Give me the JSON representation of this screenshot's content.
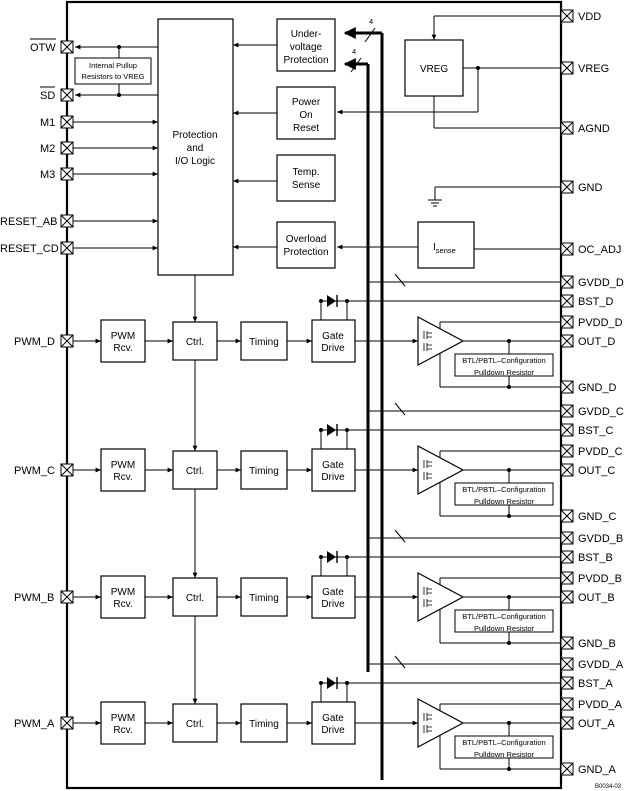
{
  "blocks": {
    "protection_logic": [
      "Protection",
      "and",
      "I/O Logic"
    ],
    "undervoltage": [
      "Under-",
      "voltage",
      "Protection"
    ],
    "power_on_reset": [
      "Power",
      "On",
      "Reset"
    ],
    "temp_sense": [
      "Temp.",
      "Sense"
    ],
    "overload": [
      "Overload",
      "Protection"
    ],
    "vreg": "VREG",
    "isense_main": "I",
    "isense_sub": "sense",
    "pullup": [
      "Internal Pullup",
      "Resistors to VREG"
    ]
  },
  "channel_blocks": {
    "pwm_rcv": [
      "PWM",
      "Rcv."
    ],
    "ctrl": "Ctrl.",
    "timing": "Timing",
    "gate_drive": [
      "Gate",
      "Drive"
    ],
    "btl": [
      "BTL/PBTL–Configuration",
      "Pulldown Resistor"
    ]
  },
  "left_pins": {
    "otw": "OTW",
    "sd": "SD",
    "m1": "M1",
    "m2": "M2",
    "m3": "M3",
    "reset_ab": "RESET_AB",
    "reset_cd": "RESET_CD"
  },
  "right_pins": {
    "vdd": "VDD",
    "vreg": "VREG",
    "agnd": "AGND",
    "gnd": "GND",
    "oc_adj": "OC_ADJ"
  },
  "channels": [
    {
      "pwm": "PWM_D",
      "gvdd": "GVDD_D",
      "bst": "BST_D",
      "pvdd": "PVDD_D",
      "out": "OUT_D",
      "gnd": "GND_D"
    },
    {
      "pwm": "PWM_C",
      "gvdd": "GVDD_C",
      "bst": "BST_C",
      "pvdd": "PVDD_C",
      "out": "OUT_C",
      "gnd": "GND_C"
    },
    {
      "pwm": "PWM_B",
      "gvdd": "GVDD_B",
      "bst": "BST_B",
      "pvdd": "PVDD_B",
      "out": "OUT_B",
      "gnd": "GND_B"
    },
    {
      "pwm": "PWM_A",
      "gvdd": "GVDD_A",
      "bst": "BST_A",
      "pvdd": "PVDD_A",
      "out": "OUT_A",
      "gnd": "GND_A"
    }
  ],
  "bus_width_labels": [
    "4",
    "4"
  ],
  "figure_id": "B0034-03"
}
